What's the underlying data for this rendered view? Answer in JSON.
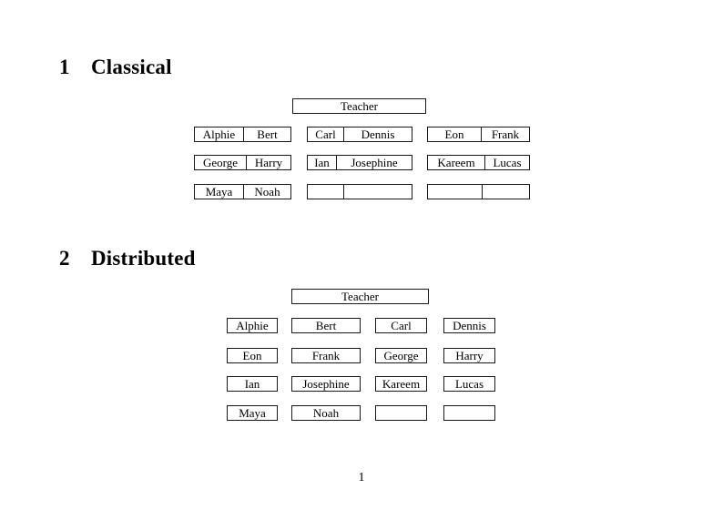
{
  "colors": {
    "background": "#ffffff",
    "text": "#000000",
    "box_border": "#1a1a1a"
  },
  "page": {
    "number": "1"
  },
  "sections": [
    {
      "number": "1",
      "title": "Classical",
      "teacher_label": "Teacher",
      "desks": [
        {
          "left": "Alphie",
          "right": "Bert"
        },
        {
          "left": "Carl",
          "right": "Dennis"
        },
        {
          "left": "Eon",
          "right": "Frank"
        },
        {
          "left": "George",
          "right": "Harry"
        },
        {
          "left": "Ian",
          "right": "Josephine"
        },
        {
          "left": "Kareem",
          "right": "Lucas"
        },
        {
          "left": "Maya",
          "right": "Noah"
        },
        {
          "left": "",
          "right": ""
        },
        {
          "left": "",
          "right": ""
        }
      ]
    },
    {
      "number": "2",
      "title": "Distributed",
      "teacher_label": "Teacher",
      "seats": [
        "Alphie",
        "Bert",
        "Carl",
        "Dennis",
        "Eon",
        "Frank",
        "George",
        "Harry",
        "Ian",
        "Josephine",
        "Kareem",
        "Lucas",
        "Maya",
        "Noah",
        "",
        ""
      ]
    }
  ]
}
